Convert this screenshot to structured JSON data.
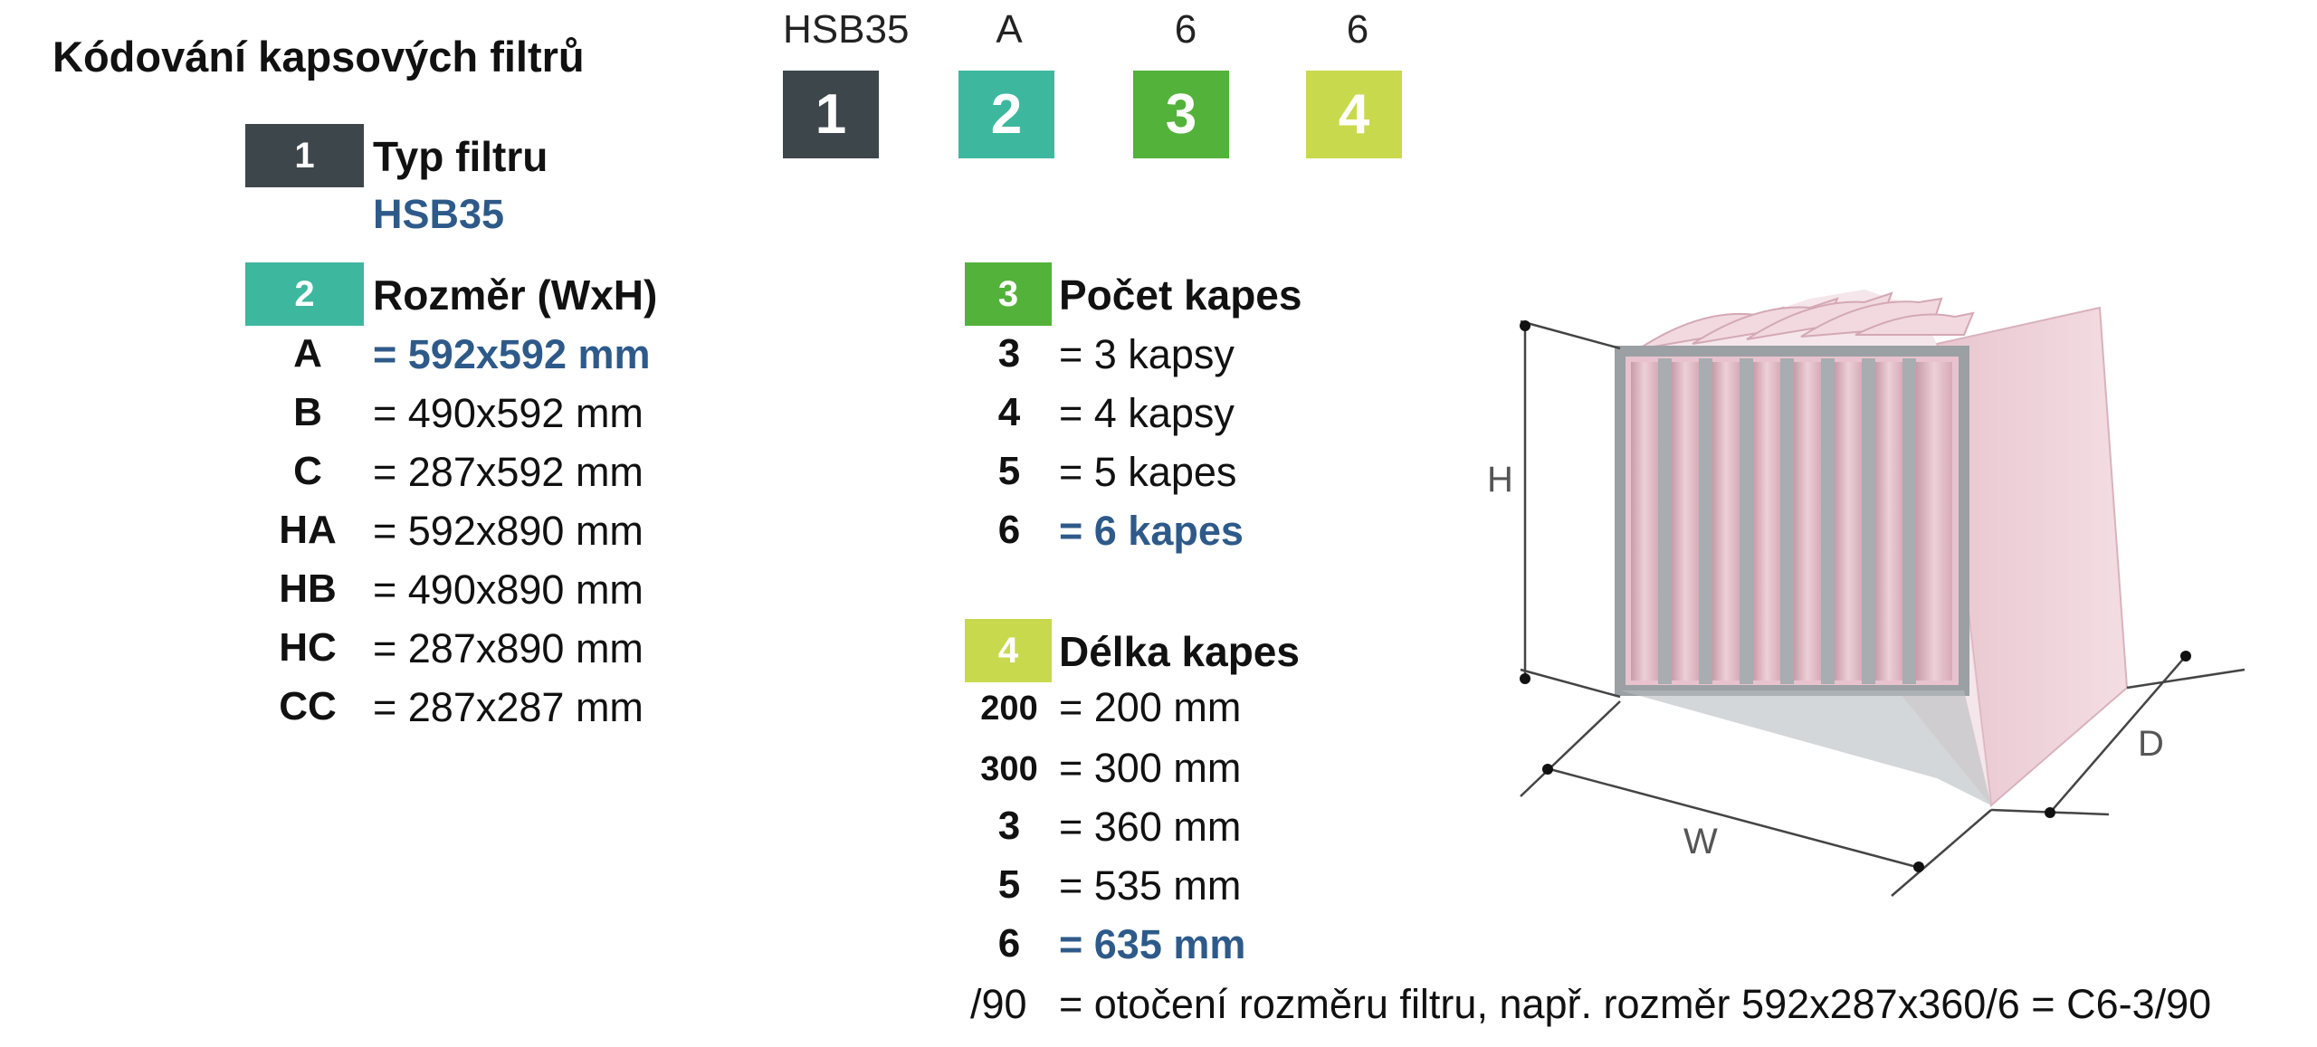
{
  "title": "Kódování kapsových filtrů",
  "colors": {
    "dark": "#3d464b",
    "teal": "#3db89f",
    "green": "#53b23a",
    "lime": "#c9d94e",
    "highlight": "#2e5a8a"
  },
  "code": [
    {
      "label": "HSB35",
      "num": "1"
    },
    {
      "label": "A",
      "num": "2"
    },
    {
      "label": "6",
      "num": "3"
    },
    {
      "label": "6",
      "num": "4"
    }
  ],
  "sections": {
    "typ": {
      "num": "1",
      "title": "Typ filtru",
      "value": "HSB35"
    },
    "rozmer": {
      "num": "2",
      "title": "Rozměr (WxH)",
      "rows": [
        {
          "key": "A",
          "value": "= 592x592 mm"
        },
        {
          "key": "B",
          "value": "= 490x592 mm"
        },
        {
          "key": "C",
          "value": "= 287x592 mm"
        },
        {
          "key": "HA",
          "value": "= 592x890 mm"
        },
        {
          "key": "HB",
          "value": "= 490x890 mm"
        },
        {
          "key": "HC",
          "value": "= 287x890 mm"
        },
        {
          "key": "CC",
          "value": "= 287x287 mm"
        }
      ]
    },
    "pocet": {
      "num": "3",
      "title": "Počet kapes",
      "rows": [
        {
          "key": "3",
          "value": "= 3 kapsy"
        },
        {
          "key": "4",
          "value": "= 4 kapsy"
        },
        {
          "key": "5",
          "value": "= 5 kapes"
        },
        {
          "key": "6",
          "value": "= 6 kapes"
        }
      ]
    },
    "delka": {
      "num": "4",
      "title": "Délka kapes",
      "rows": [
        {
          "key": "200",
          "value": "= 200 mm"
        },
        {
          "key": "300",
          "value": "= 300 mm"
        },
        {
          "key": "3",
          "value": "= 360 mm"
        },
        {
          "key": "5",
          "value": "= 535 mm"
        },
        {
          "key": "6",
          "value": "= 635 mm"
        }
      ]
    },
    "rotation": {
      "key": "/90",
      "value": "= otočení rozměru filtru, např. rozměr 592x287x360/6 = C6-3/90"
    }
  },
  "diagram": {
    "height_label": "H",
    "width_label": "W",
    "depth_label": "D"
  }
}
